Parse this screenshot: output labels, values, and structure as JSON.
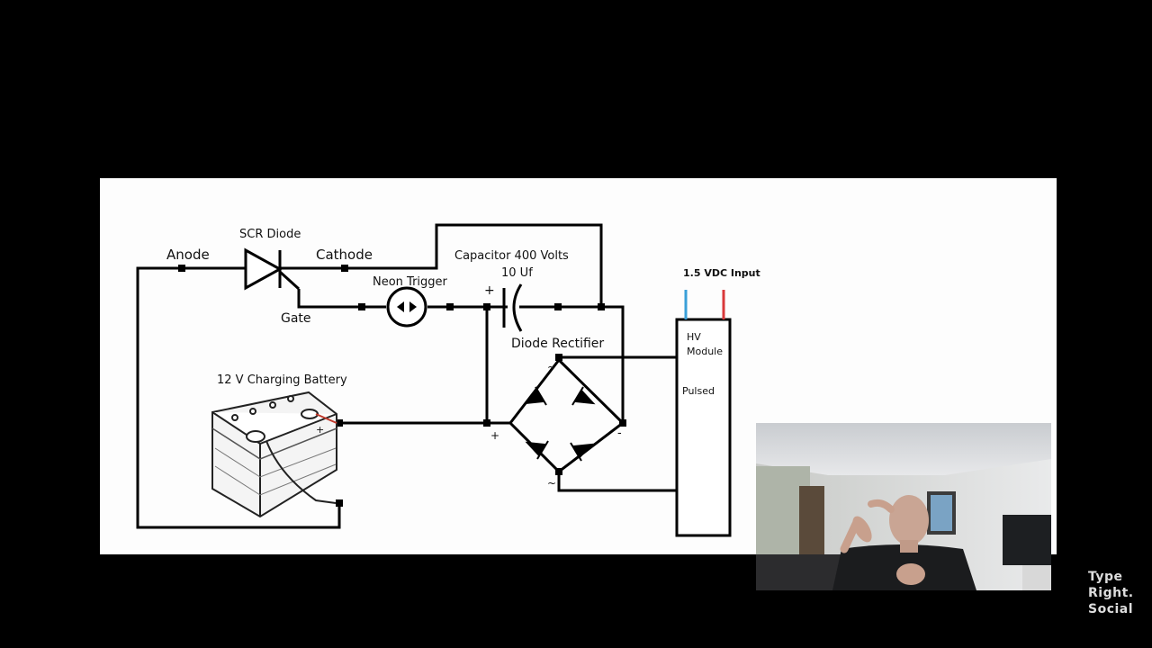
{
  "diagram": {
    "labels": {
      "scr_diode": "SCR Diode",
      "anode": "Anode",
      "cathode": "Cathode",
      "gate": "Gate",
      "neon_trigger": "Neon Trigger",
      "capacitor": "Capacitor 400 Volts",
      "capacitance": "10 Uf",
      "diode_rectifier": "Diode Rectifier",
      "battery": "12 V Charging Battery",
      "input": "1.5 VDC  Input",
      "hv_module_line1": "HV",
      "hv_module_line2": "Module",
      "pulsed": "Pulsed",
      "plus_cap": "+",
      "plus_bridge": "+",
      "minus_bridge": "-",
      "ac_top": "~",
      "ac_bottom": "~",
      "battery_plus": "+"
    },
    "colors": {
      "wire": "#000000",
      "input_positive": "#d9393b",
      "input_negative": "#3aa0d8",
      "battery_lead": "#c0392b"
    }
  },
  "watermark": {
    "line1": "Type",
    "line2": "Right.",
    "line3": "Social"
  }
}
